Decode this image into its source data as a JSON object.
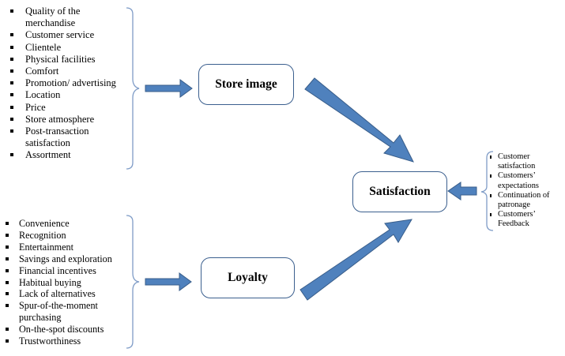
{
  "nodes": {
    "store_image": "Store image",
    "satisfaction": "Satisfaction",
    "loyalty": "Loyalty"
  },
  "store_image_factors": [
    "Quality of the merchandise",
    "Customer service",
    "Clientele",
    "Physical facilities",
    "Comfort",
    "Promotion/ advertising",
    "Location",
    "Price",
    "Store atmosphere",
    "Post-transaction satisfaction",
    "Assortment"
  ],
  "loyalty_factors": [
    "Convenience",
    "Recognition",
    "Entertainment",
    "Savings and exploration",
    "Financial incentives",
    "Habitual buying",
    "Lack of alternatives",
    "Spur-of-the-moment purchasing",
    "On-the-spot discounts",
    "Trustworthiness"
  ],
  "satisfaction_factors": [
    "Customer satisfaction",
    "Customers’ expectations",
    "Continuation of patronage",
    "Customers’ Feedback"
  ],
  "colors": {
    "arrow_fill": "#4f81bd",
    "arrow_stroke": "#385d8a",
    "bracket": "#7f9cc7",
    "node_border": "#3b5f8e"
  }
}
